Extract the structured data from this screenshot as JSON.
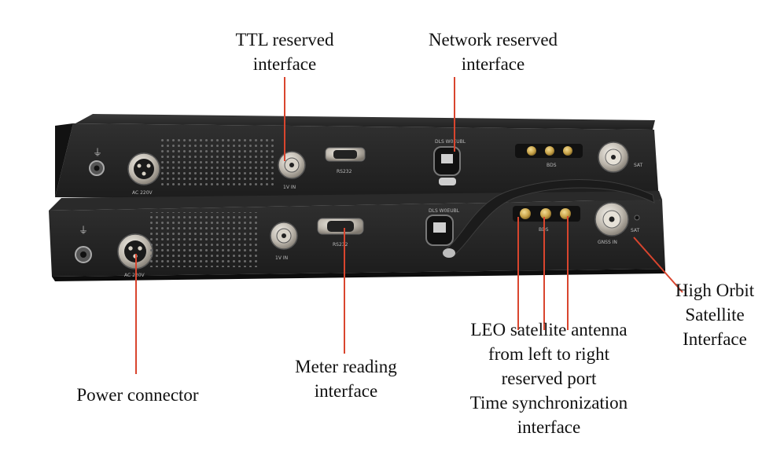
{
  "labels": {
    "ttl": [
      "TTL reserved",
      "interface"
    ],
    "network": [
      "Network reserved",
      "interface"
    ],
    "high_orbit": [
      "High Orbit",
      "Satellite",
      "Interface"
    ],
    "leo": [
      "LEO satellite antenna",
      "from left to right",
      "reserved port",
      "Time synchronization",
      "interface"
    ],
    "meter": [
      "Meter reading",
      "interface"
    ],
    "power": [
      "Power connector"
    ]
  },
  "device": {
    "upper_power_mark": "AC 220V",
    "upper_ttl_mark": "1V IN",
    "upper_serial_mark": "RS232",
    "upper_network_mark": "DLS W0EUBL",
    "upper_leo_mark": "BDS",
    "upper_sat_mark": "SAT",
    "lower_power_mark": "AC 220V",
    "lower_ttl_mark": "1V IN",
    "lower_serial_mark": "RS232",
    "lower_network_mark": "DLS W0EUBL",
    "lower_leo_mark": "BDS",
    "lower_sat_mark": "SAT",
    "lower_sat_in_mark": "GNSS IN"
  },
  "colors": {
    "leader": "#d9452e",
    "chassis": "#2a2a2a",
    "chassis_dark": "#161616",
    "metal": "#c9c4bb",
    "gold": "#c9a44a"
  }
}
